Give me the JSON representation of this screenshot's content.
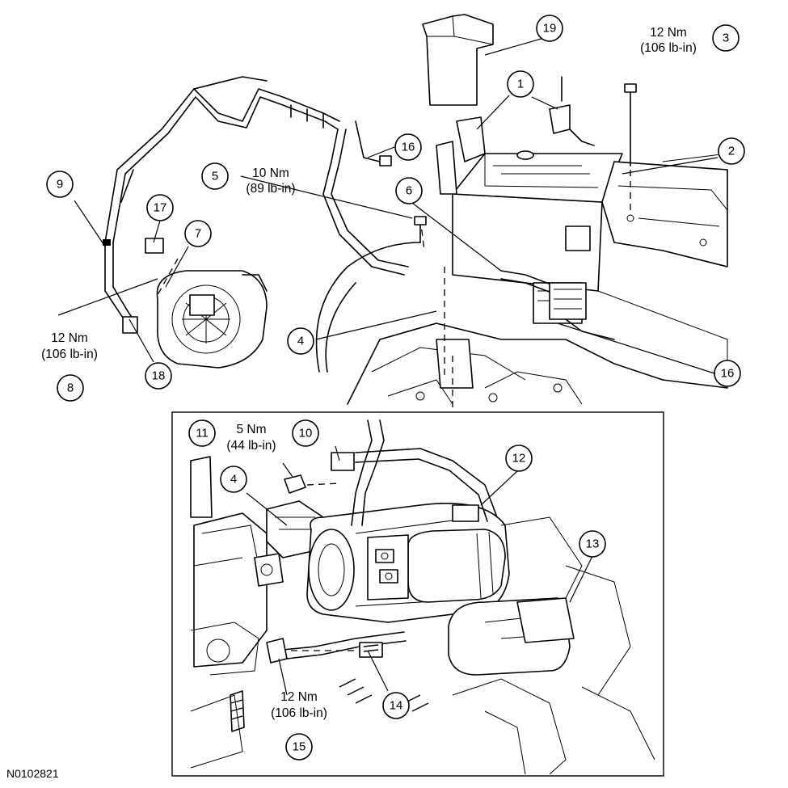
{
  "figure_id": "N0102821",
  "callouts": [
    {
      "id": "c1",
      "num": "1"
    },
    {
      "id": "c2",
      "num": "2"
    },
    {
      "id": "c3",
      "num": "3"
    },
    {
      "id": "c4a",
      "num": "4"
    },
    {
      "id": "c4b",
      "num": "4"
    },
    {
      "id": "c5",
      "num": "5"
    },
    {
      "id": "c6",
      "num": "6"
    },
    {
      "id": "c7",
      "num": "7"
    },
    {
      "id": "c8",
      "num": "8"
    },
    {
      "id": "c9",
      "num": "9"
    },
    {
      "id": "c10",
      "num": "10"
    },
    {
      "id": "c11",
      "num": "11"
    },
    {
      "id": "c12",
      "num": "12"
    },
    {
      "id": "c13",
      "num": "13"
    },
    {
      "id": "c14",
      "num": "14"
    },
    {
      "id": "c15",
      "num": "15"
    },
    {
      "id": "c16a",
      "num": "16"
    },
    {
      "id": "c16b",
      "num": "16"
    },
    {
      "id": "c17",
      "num": "17"
    },
    {
      "id": "c18",
      "num": "18"
    },
    {
      "id": "c19",
      "num": "19"
    }
  ],
  "torques": {
    "t3": {
      "nm": "12 Nm",
      "lbin": "(106 lb-in)"
    },
    "t5": {
      "nm": "10 Nm",
      "lbin": "(89 lb-in)"
    },
    "t8": {
      "nm": "12 Nm",
      "lbin": "(106 lb-in)"
    },
    "t11": {
      "nm": "5 Nm",
      "lbin": "(44 lb-in)"
    },
    "t15": {
      "nm": "12 Nm",
      "lbin": "(106 lb-in)"
    }
  }
}
